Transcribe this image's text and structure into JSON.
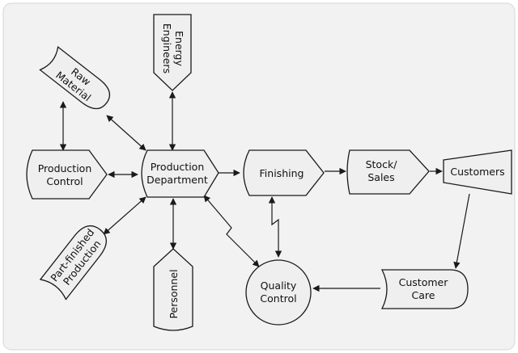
{
  "diagram": {
    "nodes": {
      "raw_material": [
        "Raw",
        "Material"
      ],
      "energy_engineers": [
        "Energy",
        "Engineers"
      ],
      "production_control": [
        "Production",
        "Control"
      ],
      "production_department": [
        "Production",
        "Department"
      ],
      "finishing": [
        "Finishing"
      ],
      "stock_sales": [
        "Stock/",
        "Sales"
      ],
      "customers": [
        "Customers"
      ],
      "part_finished_production": [
        "Part-finished",
        "Production"
      ],
      "personnel": [
        "Personnel"
      ],
      "quality_control": [
        "Quality",
        "Control"
      ],
      "customer_care": [
        "Customer",
        "Care"
      ]
    },
    "links": [
      {
        "from": "production_control",
        "to": "raw_material",
        "kind": "two-way"
      },
      {
        "from": "raw_material",
        "to": "production_department",
        "kind": "two-way"
      },
      {
        "from": "energy_engineers",
        "to": "production_department",
        "kind": "two-way"
      },
      {
        "from": "production_control",
        "to": "production_department",
        "kind": "two-way"
      },
      {
        "from": "production_department",
        "to": "finishing",
        "kind": "one-way"
      },
      {
        "from": "finishing",
        "to": "stock_sales",
        "kind": "one-way"
      },
      {
        "from": "stock_sales",
        "to": "customers",
        "kind": "one-way"
      },
      {
        "from": "customers",
        "to": "customer_care",
        "kind": "one-way"
      },
      {
        "from": "customer_care",
        "to": "quality_control",
        "kind": "one-way"
      },
      {
        "from": "part_finished_production",
        "to": "production_department",
        "kind": "two-way"
      },
      {
        "from": "personnel",
        "to": "production_department",
        "kind": "two-way"
      },
      {
        "from": "production_department",
        "to": "quality_control",
        "kind": "two-way-lightning"
      },
      {
        "from": "finishing",
        "to": "quality_control",
        "kind": "two-way-lightning"
      }
    ]
  },
  "colors": {
    "background": "#f2f2f2",
    "node_fill": "#efefef",
    "stroke": "#1a1a1a",
    "text": "#111111"
  }
}
